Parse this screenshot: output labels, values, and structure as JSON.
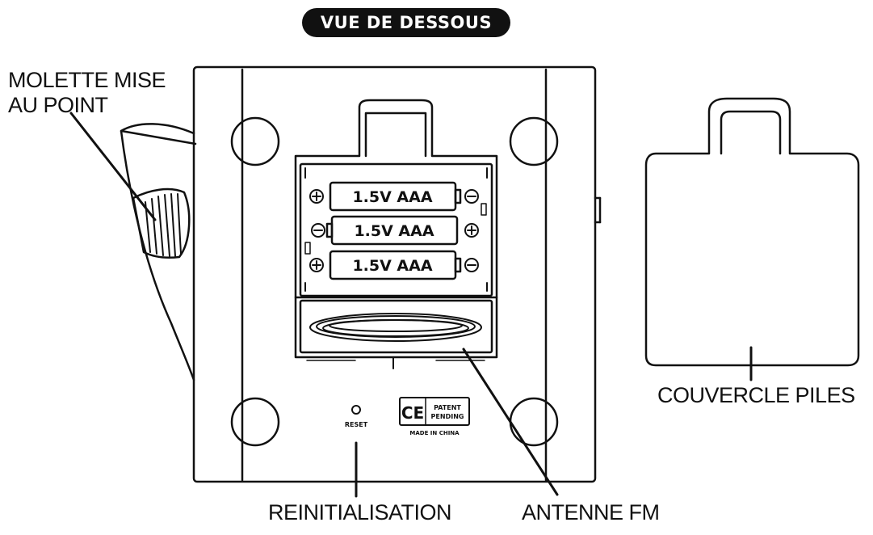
{
  "title": "VUE DE DESSOUS",
  "labels": {
    "molette_line1": "MOLETTE MISE",
    "molette_line2": "AU POINT",
    "reinitialisation": "REINITIALISATION",
    "antenne": "ANTENNE FM",
    "couvercle": "COUVERCLE PILES"
  },
  "batteries": [
    "1.5V AAA",
    "1.5V AAA",
    "1.5V AAA"
  ],
  "markings": {
    "reset": "RESET",
    "ce": "CE",
    "patent_line1": "PATENT",
    "patent_line2": "PENDING",
    "made_in": "MADE IN CHINA"
  },
  "colors": {
    "line": "#111111",
    "background": "#ffffff"
  }
}
